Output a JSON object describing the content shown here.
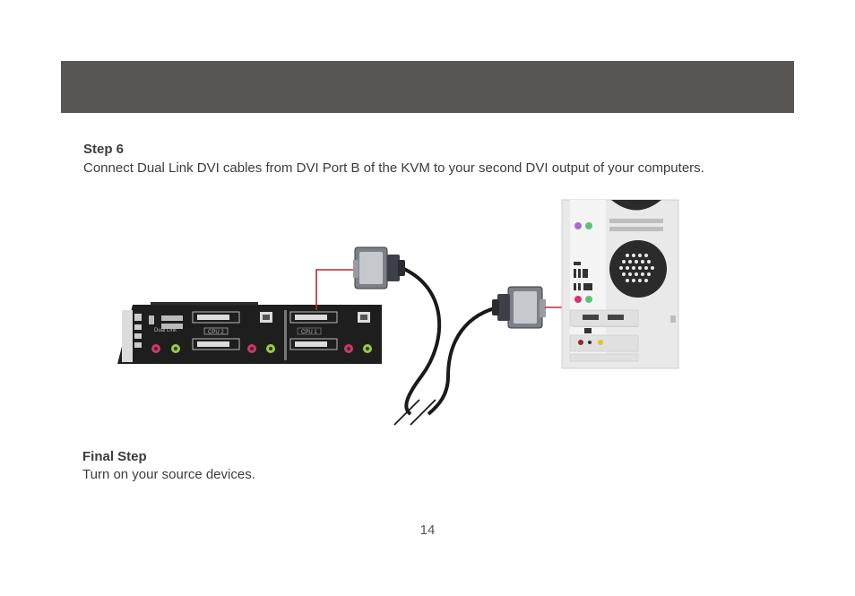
{
  "header": {
    "color": "#595552"
  },
  "step6": {
    "title": "Step 6",
    "text": "Connect Dual Link DVI cables from DVI Port B of the KVM to your second DVI output of your computers."
  },
  "diagram": {
    "kvm_port_labels": [
      "CPU 2",
      "CPU 1"
    ],
    "kvm_brand_text": "Dual Link",
    "connector_line_color": "#c0262d"
  },
  "final_step": {
    "title": "Final Step",
    "text": "Turn on your source devices."
  },
  "page": {
    "number": "14"
  }
}
